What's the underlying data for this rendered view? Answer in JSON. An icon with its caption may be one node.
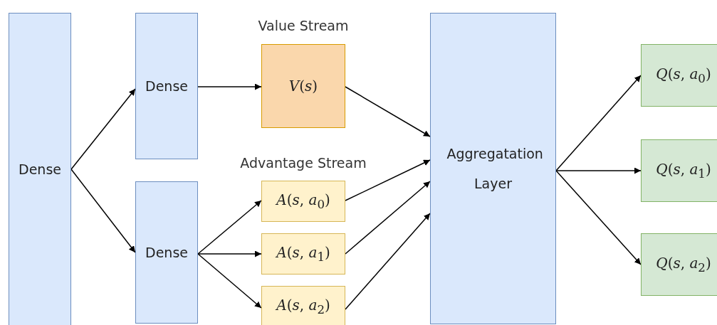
{
  "diagram": {
    "nodes": [
      {
        "text": [
          "Dense"
        ]
      },
      {
        "text": [
          "Dense"
        ]
      },
      {
        "text": [
          "Dense"
        ]
      },
      {
        "text": [
          "*V*(*s*)"
        ],
        "beside": [
          "Value Stream"
        ]
      },
      {
        "text": [
          "*A*(*s*, *a*$_{0}$)"
        ]
      },
      {
        "text": [
          "*A*(*s*, *a*$_{1}$)"
        ]
      },
      {
        "text": [
          "*A*(*s*, *a*$_{2}$)"
        ]
      },
      {
        "text": [
          "Aggregatation Layer"
        ]
      },
      {
        "text": [
          "*Q*(*s*, *a*$_{0}$)"
        ]
      },
      {
        "text": [
          "*Q*(*s*, *a*$_{1}$)"
        ]
      },
      {
        "text": [
          "*Q*(*s*, *a*$_{2}$)"
        ]
      }
    ],
    "edges": [
      {
        "from": 0,
        "to": 1,
        "arrow": "to"
      },
      {
        "from": 0,
        "to": 2,
        "arrow": "to"
      },
      {
        "from": 1,
        "to": 3,
        "arrow": "to"
      },
      {
        "from": 2,
        "to": 4,
        "arrow": "to"
      },
      {
        "from": 2,
        "to": 5,
        "arrow": "to"
      },
      {
        "from": 2,
        "to": 6,
        "arrow": "to"
      },
      {
        "from": 3,
        "to": 7,
        "arrow": "to"
      },
      {
        "from": 4,
        "to": 7,
        "arrow": "to"
      },
      {
        "from": 5,
        "to": 7,
        "arrow": "to"
      },
      {
        "from": 6,
        "to": 7,
        "arrow": "to"
      },
      {
        "from": 7,
        "to": 8,
        "arrow": "to"
      },
      {
        "from": 7,
        "to": 9,
        "arrow": "to"
      },
      {
        "from": 7,
        "to": 10,
        "arrow": "to"
      }
    ],
    "labels": [
      "Advantage Stream"
    ]
  }
}
